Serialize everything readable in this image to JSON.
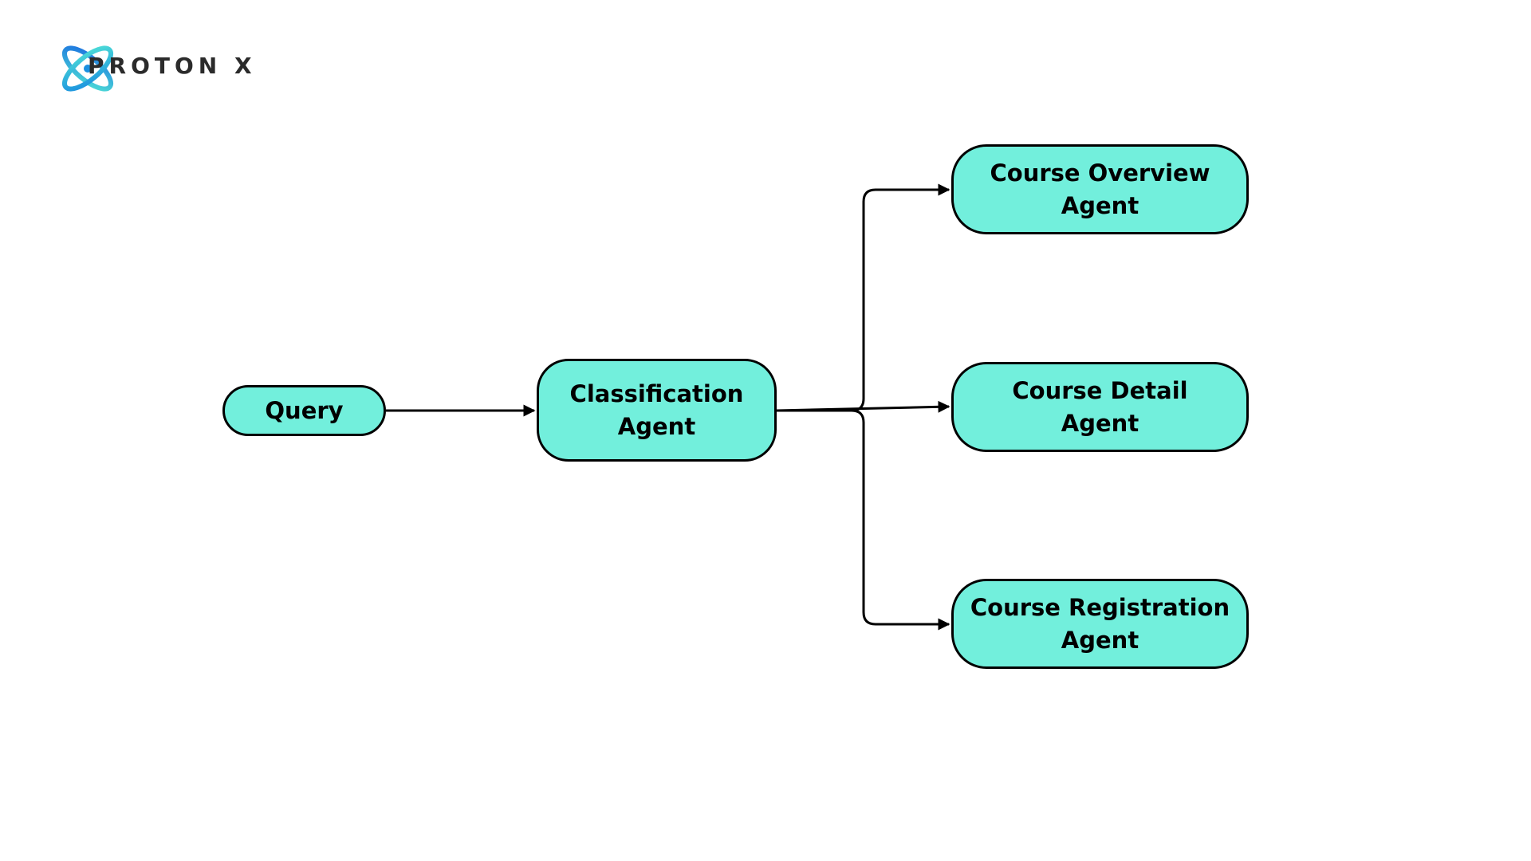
{
  "brand": {
    "name": "PROTON X",
    "colors": {
      "mark_primary": "#1a8fe0",
      "mark_secondary": "#4fe0d6",
      "text": "#2b2b2b"
    }
  },
  "diagram": {
    "node_fill": "#72efdc",
    "node_stroke": "#000000",
    "nodes": {
      "query": {
        "label": "Query"
      },
      "classification": {
        "line1": "Classification",
        "line2": "Agent"
      },
      "overview": {
        "line1": "Course Overview",
        "line2": "Agent"
      },
      "detail": {
        "line1": "Course Detail",
        "line2": "Agent"
      },
      "registration": {
        "line1": "Course Registration",
        "line2": "Agent"
      }
    },
    "edges": [
      {
        "from": "query",
        "to": "classification"
      },
      {
        "from": "classification",
        "to": "overview"
      },
      {
        "from": "classification",
        "to": "detail"
      },
      {
        "from": "classification",
        "to": "registration"
      }
    ]
  }
}
